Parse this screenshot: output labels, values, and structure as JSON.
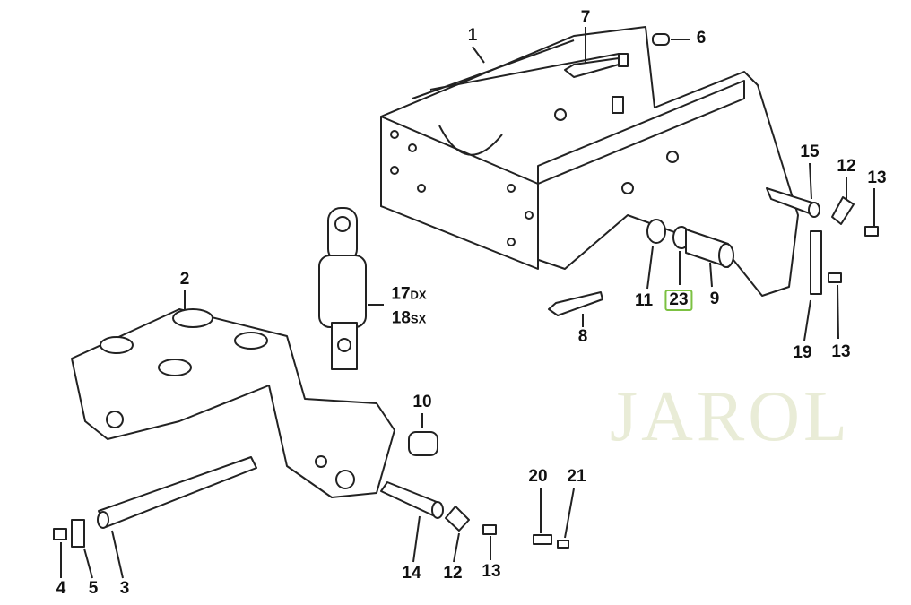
{
  "watermark": "JAROL",
  "highlight_color": "#7cc142",
  "callouts": [
    {
      "id": "1",
      "text": "1"
    },
    {
      "id": "7",
      "text": "7"
    },
    {
      "id": "6",
      "text": "6"
    },
    {
      "id": "15",
      "text": "15"
    },
    {
      "id": "12a",
      "text": "12"
    },
    {
      "id": "13a",
      "text": "13"
    },
    {
      "id": "2",
      "text": "2"
    },
    {
      "id": "17",
      "text": "17",
      "suffix": "DX"
    },
    {
      "id": "18",
      "text": "18",
      "suffix": "SX"
    },
    {
      "id": "8",
      "text": "8"
    },
    {
      "id": "11",
      "text": "11"
    },
    {
      "id": "23",
      "text": "23",
      "highlighted": true
    },
    {
      "id": "9",
      "text": "9"
    },
    {
      "id": "19",
      "text": "19"
    },
    {
      "id": "13b",
      "text": "13"
    },
    {
      "id": "10",
      "text": "10"
    },
    {
      "id": "20",
      "text": "20"
    },
    {
      "id": "21",
      "text": "21"
    },
    {
      "id": "4",
      "text": "4"
    },
    {
      "id": "5",
      "text": "5"
    },
    {
      "id": "3",
      "text": "3"
    },
    {
      "id": "14",
      "text": "14"
    },
    {
      "id": "12b",
      "text": "12"
    },
    {
      "id": "13c",
      "text": "13"
    }
  ]
}
